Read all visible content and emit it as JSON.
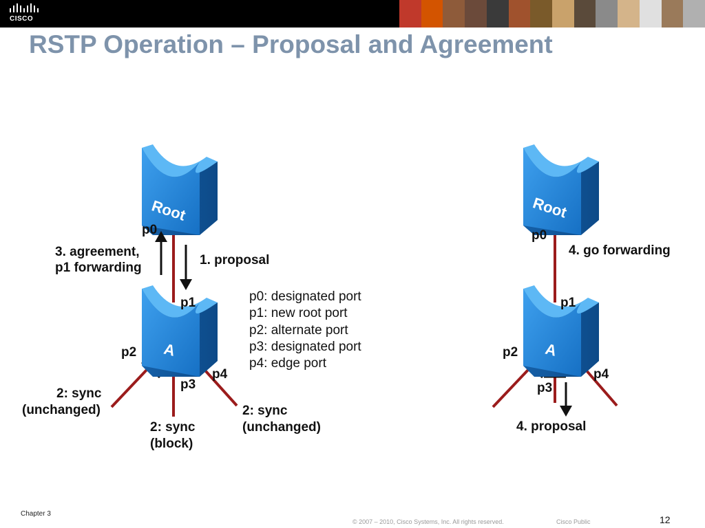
{
  "header": {
    "logo_text": "CISCO",
    "photo_colors": [
      "#c0392b",
      "#d35400",
      "#8e5b3a",
      "#6b4a3a",
      "#3a3a3a",
      "#a0522d",
      "#7a5a2a",
      "#c9a26b",
      "#5a4a3a",
      "#8a8a8a",
      "#d4b48a",
      "#e0e0e0",
      "#9a7a5a",
      "#b0b0b0"
    ]
  },
  "title": "RSTP Operation – Proposal and Agreement",
  "left": {
    "root_label": "Root",
    "a_label": "A",
    "p0": "p0",
    "p1": "p1",
    "p2": "p2",
    "p3": "p3",
    "p4": "p4",
    "agreement_line1": "3. agreement,",
    "agreement_line2": "p1 forwarding",
    "proposal": "1. proposal",
    "sync_left_1": "2: sync",
    "sync_left_2": "(unchanged)",
    "sync_mid_1": "2: sync",
    "sync_mid_2": "(block)",
    "sync_right_1": "2: sync",
    "sync_right_2": "(unchanged)"
  },
  "legend": [
    "p0: designated port",
    "p1: new root port",
    "p2: alternate port",
    "p3: designated port",
    "p4: edge port"
  ],
  "right": {
    "root_label": "Root",
    "a_label": "A",
    "p0": "p0",
    "p1": "p1",
    "p2": "p2",
    "p3": "p3",
    "p4": "p4",
    "go_forwarding": "4. go forwarding",
    "proposal": "4. proposal"
  },
  "footer": {
    "chapter": "Chapter 3",
    "copyright": "© 2007 – 2010, Cisco Systems, Inc. All rights reserved.",
    "public": "Cisco Public",
    "page": "12"
  },
  "colors": {
    "switch": "#1e7fd0",
    "link": "#9b1c1c",
    "title": "#7e93ab"
  }
}
